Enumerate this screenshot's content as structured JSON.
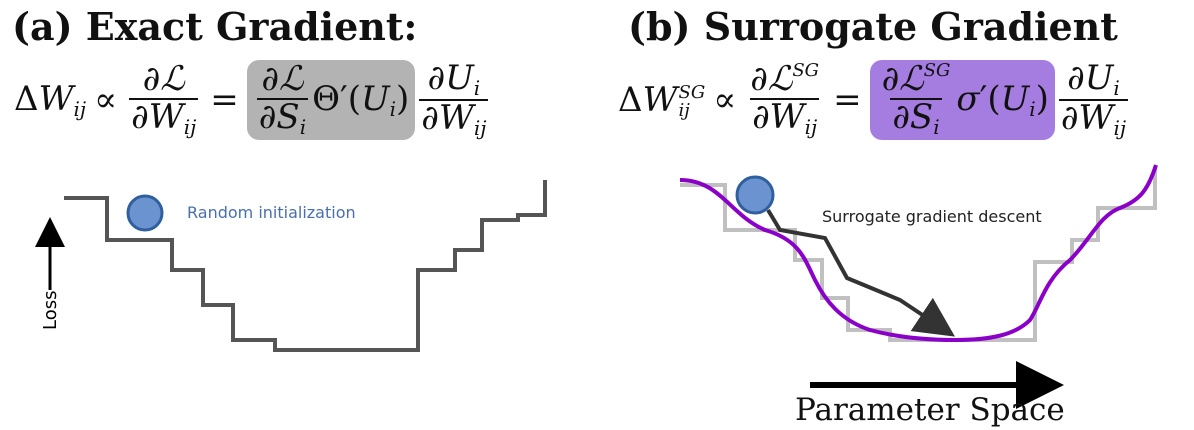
{
  "panel_a": {
    "title": "(a) Exact Gradient:",
    "annotation": "Random initialization",
    "y_label": "Loss"
  },
  "panel_b": {
    "title": "(b) Surrogate Gradient",
    "annotation": "Surrogate gradient descent",
    "x_label": "Parameter Space"
  },
  "colors": {
    "ball": "#6a93cf",
    "ball_outline": "#2f5f9e",
    "staircase": "#555555",
    "staircase_light": "#c0c0c0",
    "surrogate_curve": "#8a00c8",
    "descent_arrow": "#333333",
    "box_exact": "#b3b3b3",
    "box_surrogate": "#a57de0"
  }
}
